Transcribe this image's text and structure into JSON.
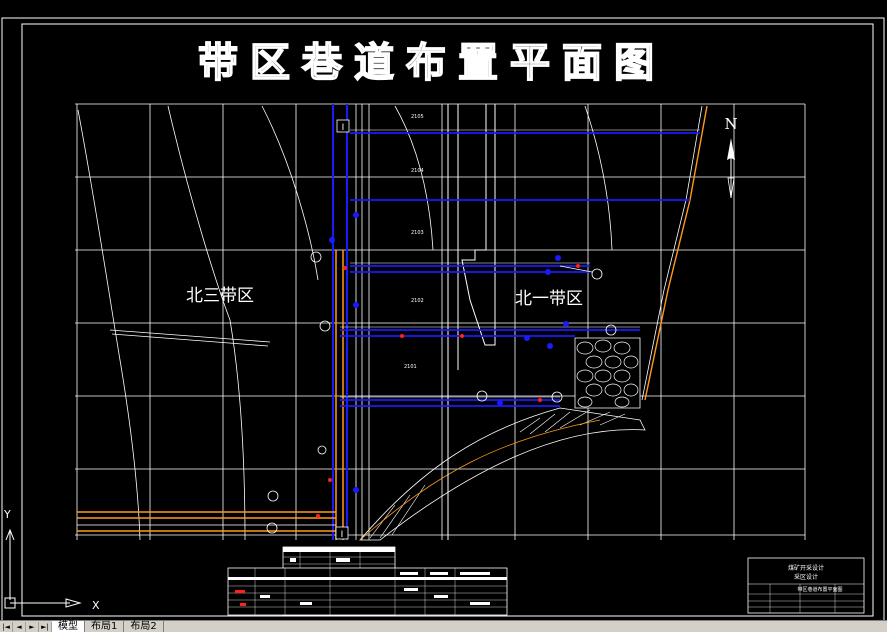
{
  "title": "带区巷道布置平面图",
  "north": "N",
  "zones": {
    "left": "北三带区",
    "right": "北一带区"
  },
  "section_marks": [
    "I",
    "I"
  ],
  "panel_labels": [
    "2105",
    "2104",
    "2103",
    "2102",
    "2101"
  ],
  "ucs": {
    "y": "Y",
    "x": "X"
  },
  "title_block": {
    "line1": "煤矿开采设计",
    "line2": "采区设计",
    "line3": "带区巷道布置平面图"
  },
  "tabs": {
    "nav": [
      "|◄",
      "◄",
      "►",
      "►|"
    ],
    "items": [
      "模型",
      "布局1",
      "布局2"
    ],
    "active": 0
  },
  "colors": {
    "background": "#000000",
    "grid": "#ffffff",
    "roadway_blue": "#1a1aff",
    "roadway_orange": "#ff9a1a",
    "red_marks": "#ff2020"
  }
}
